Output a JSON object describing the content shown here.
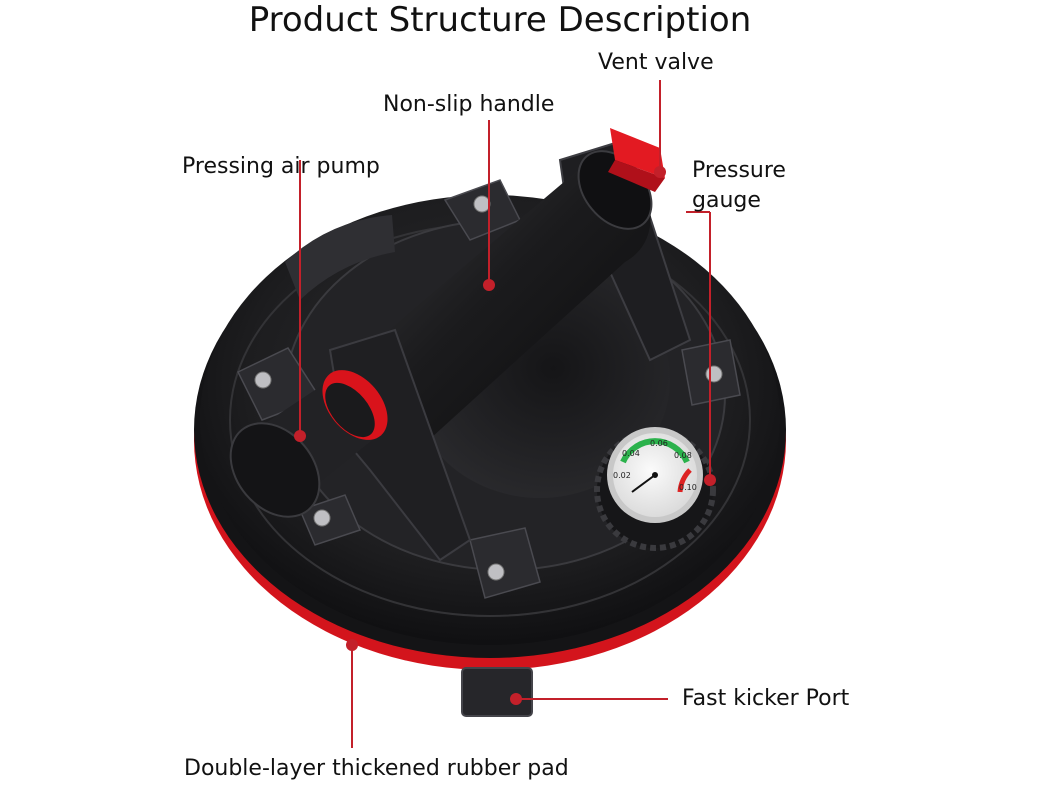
{
  "title": "Product Structure Description",
  "labels": {
    "vent_valve": "Vent valve",
    "non_slip_handle": "Non-slip handle",
    "pressing_air_pump": "Pressing air pump",
    "pressure_gauge_line1": "Pressure",
    "pressure_gauge_line2": "gauge",
    "fast_kicker_port": "Fast kicker Port",
    "rubber_pad": "Double-layer thickened rubber pad"
  },
  "gauge_ticks": [
    "0.06",
    "0.08",
    "0.04",
    "0.02",
    "0.10"
  ],
  "colors": {
    "accent_red": "#e0101a",
    "body_black": "#1c1c1e",
    "leader_line": "#c3202a"
  }
}
